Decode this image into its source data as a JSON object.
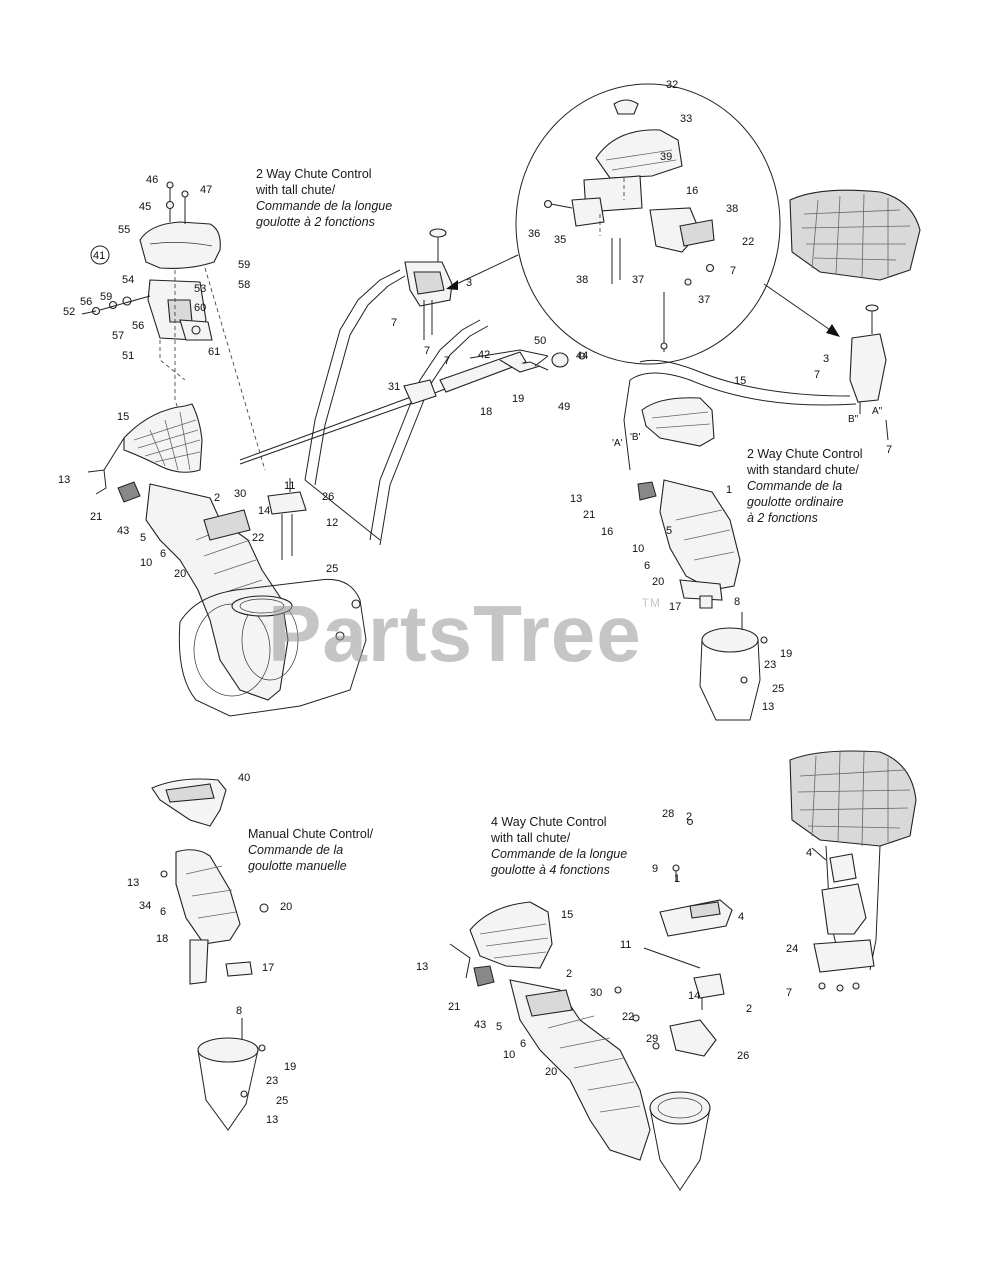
{
  "captions": {
    "two_way_tall": {
      "line1": "2 Way Chute Control",
      "line2": "with tall chute/",
      "line3": "Commande de la longue",
      "line4": "goulotte à 2 fonctions"
    },
    "two_way_standard": {
      "line1": "2 Way Chute Control",
      "line2": "with standard chute/",
      "line3": "Commande de la",
      "line4": "goulotte ordinaire",
      "line5": "à 2 fonctions"
    },
    "manual": {
      "line1": "Manual Chute Control/",
      "line2": "Commande de la",
      "line3": "goulotte manuelle"
    },
    "four_way_tall": {
      "line1": "4 Way Chute Control",
      "line2": "with tall chute/",
      "line3": "Commande de la longue",
      "line4": "goulotte à 4 fonctions"
    }
  },
  "watermark": {
    "text": "PartsTree",
    "tm": "TM"
  },
  "refs": {
    "a": "'A'",
    "b": "'B'",
    "a2": "A\"",
    "b2": "B\""
  },
  "part_labels": {
    "l1": "46",
    "l2": "47",
    "l3": "45",
    "l4": "55",
    "l5": "41",
    "l6": "59",
    "l7": "58",
    "l8": "54",
    "l9": "59",
    "l10": "53",
    "l11": "56",
    "l12": "52",
    "l13": "60",
    "l14": "57",
    "l15": "56",
    "l16": "51",
    "l17": "61",
    "l18": "15",
    "l19": "13",
    "l20": "21",
    "l21": "43",
    "l22": "2",
    "l23": "5",
    "l24": "6",
    "l25": "10",
    "l26": "20",
    "l27": "30",
    "l28": "14",
    "l29": "11",
    "l30": "26",
    "l31": "12",
    "l32": "22",
    "l33": "25",
    "l34": "3",
    "l35": "7",
    "l36": "7",
    "l37": "7",
    "l38": "42",
    "l39": "31",
    "l40": "18",
    "l41": "19",
    "l42": "50",
    "l43": "49",
    "l44": "44",
    "l45": "32",
    "l46": "33",
    "l47": "39",
    "l48": "16",
    "l49": "36",
    "l50": "35",
    "l51": "38",
    "l52": "38",
    "l53": "37",
    "l54": "22",
    "l55": "7",
    "l56": "37",
    "l57": "3",
    "l58": "7",
    "l59": "15",
    "l60": "7",
    "l61": "13",
    "l62": "21",
    "l63": "1",
    "l64": "16",
    "l65": "5",
    "l66": "10",
    "l67": "6",
    "l68": "20",
    "l69": "17",
    "l70": "8",
    "l71": "19",
    "l72": "23",
    "l73": "25",
    "l74": "13",
    "l75": "40",
    "l76": "13",
    "l77": "34",
    "l78": "6",
    "l79": "18",
    "l80": "20",
    "l81": "17",
    "l82": "8",
    "l83": "19",
    "l84": "23",
    "l85": "25",
    "l86": "13",
    "l87": "28",
    "l88": "2",
    "l89": "9",
    "l90": "1",
    "l91": "4",
    "l92": "15",
    "l93": "11",
    "l94": "13",
    "l95": "2",
    "l96": "30",
    "l97": "14",
    "l98": "2",
    "l99": "21",
    "l100": "43",
    "l101": "5",
    "l102": "22",
    "l103": "29",
    "l104": "10",
    "l105": "6",
    "l106": "26",
    "l107": "20",
    "l108": "4",
    "l109": "24",
    "l110": "7"
  }
}
